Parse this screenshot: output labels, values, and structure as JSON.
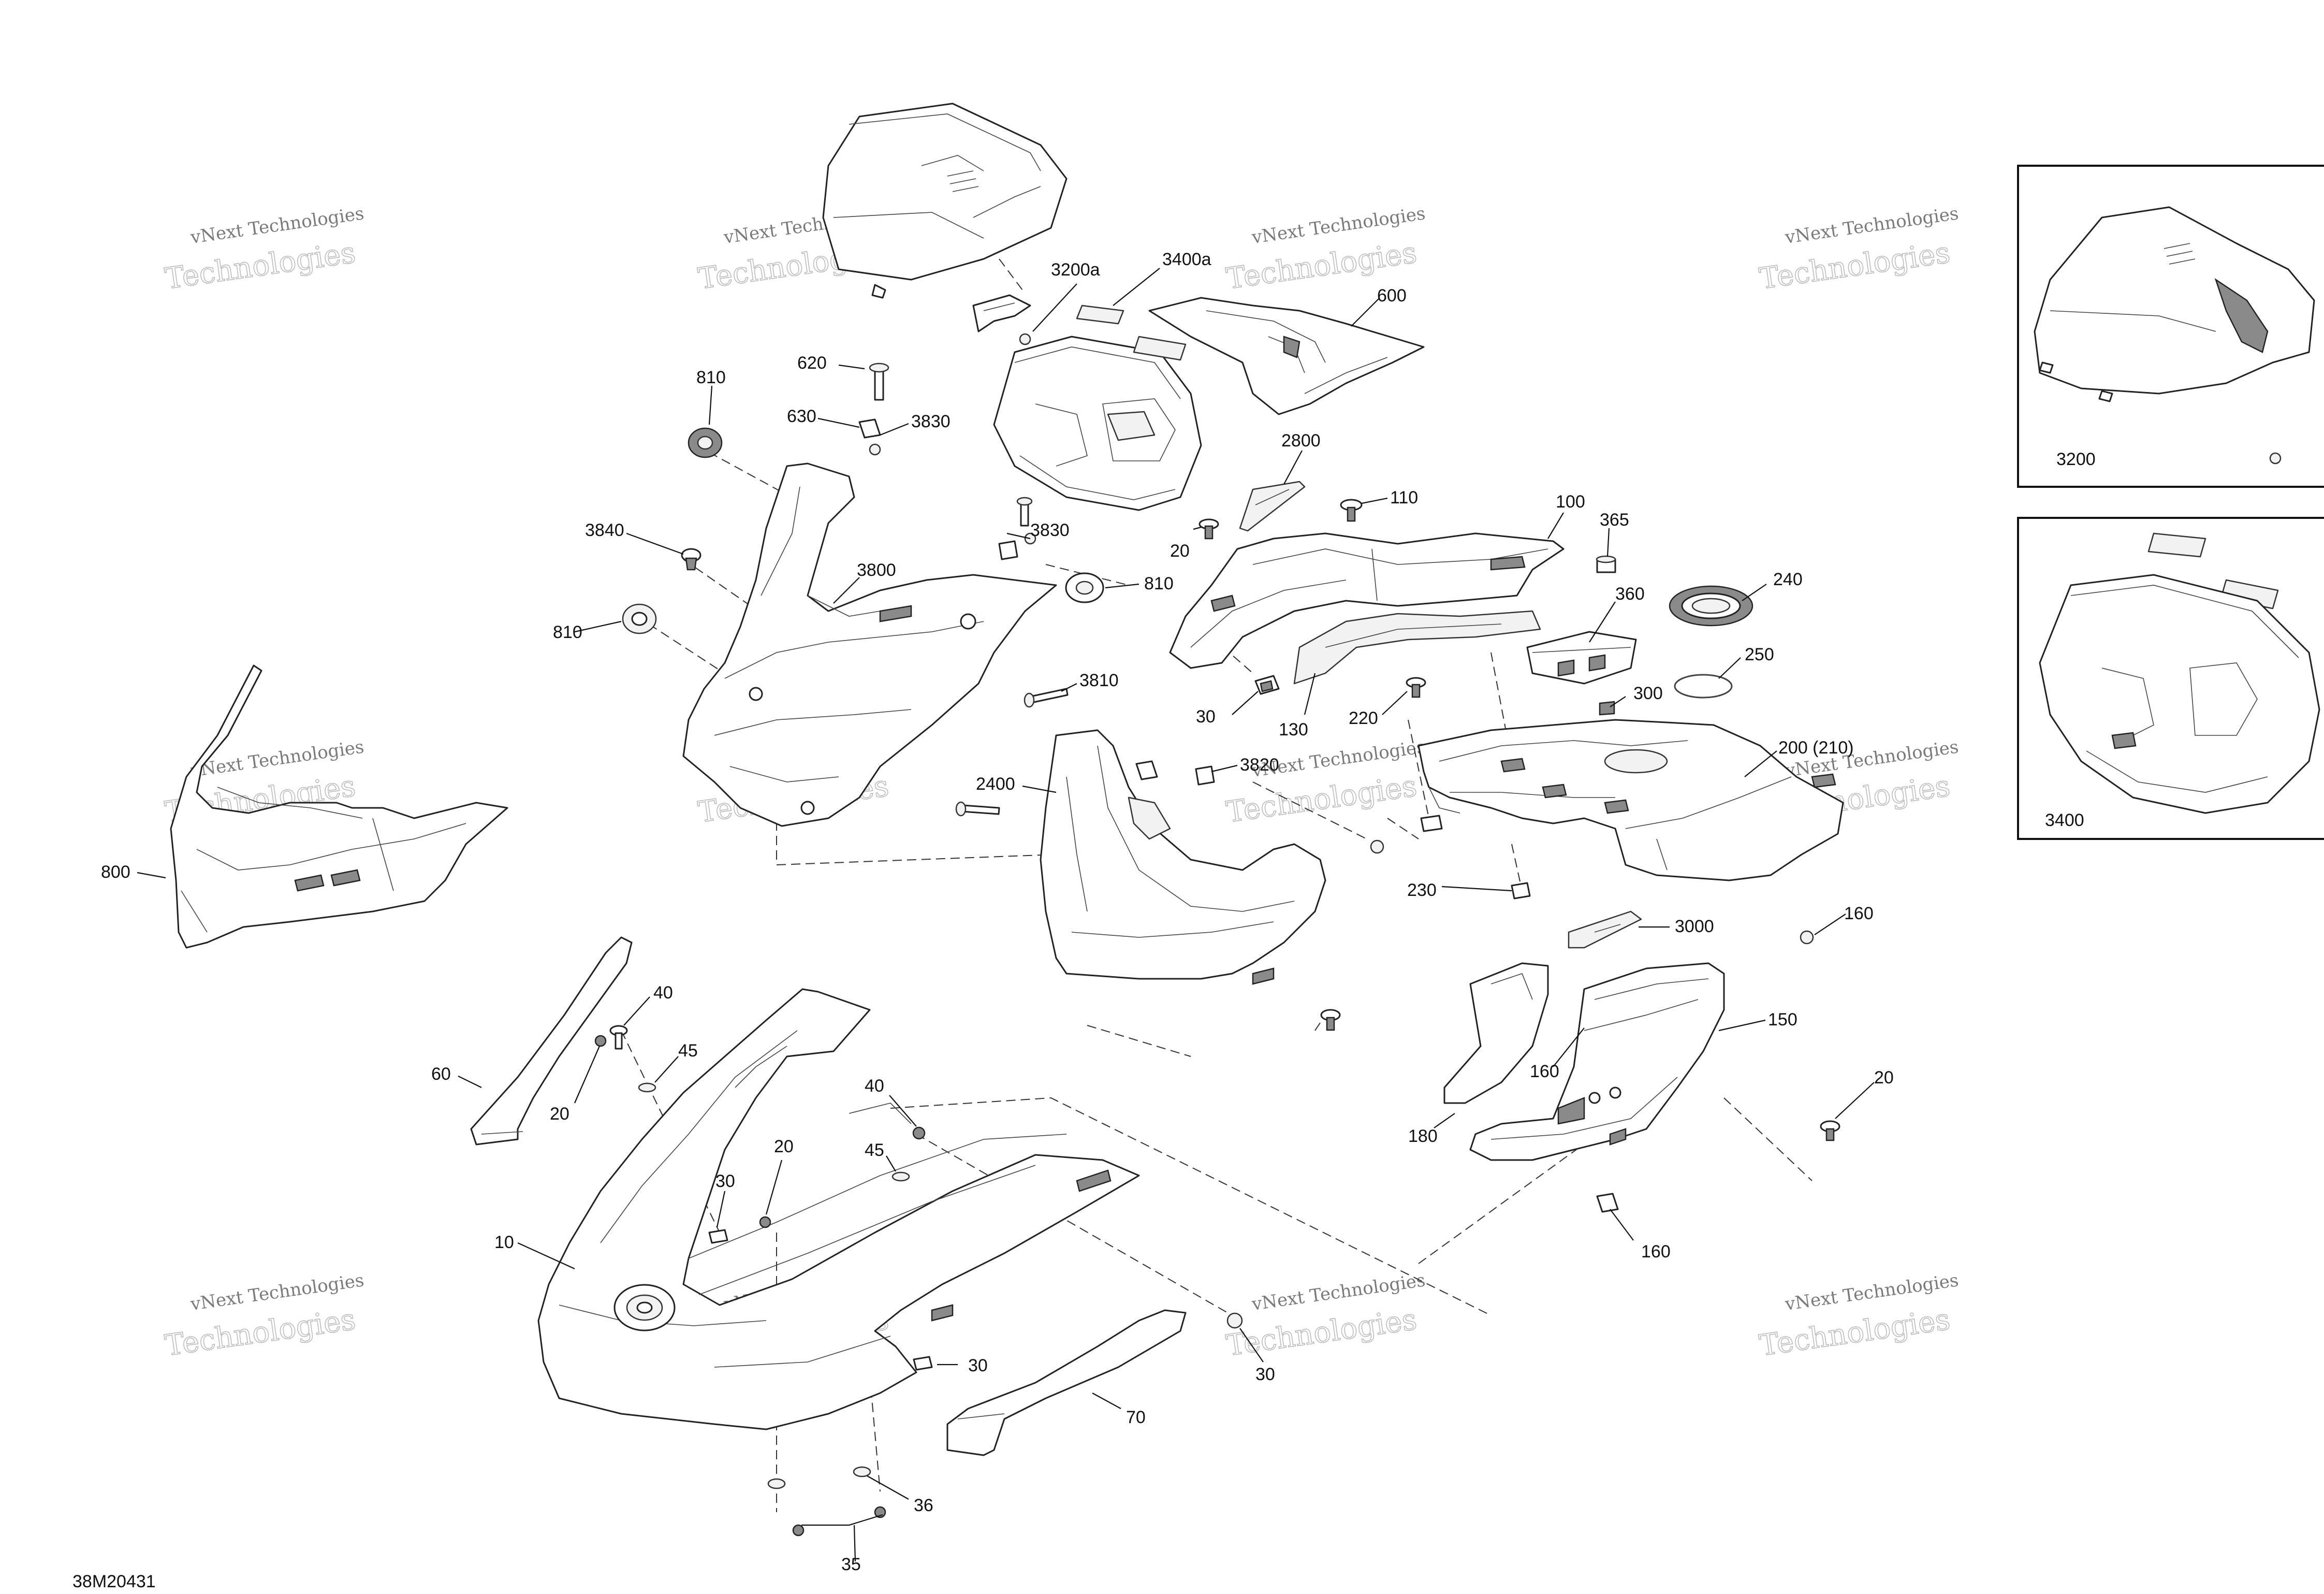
{
  "diagram": {
    "drawing_code": "38M20431",
    "watermark": {
      "line1": "vNext Technologies",
      "line2": "Technologies"
    },
    "insets": [
      {
        "id": "3200",
        "label": "3200"
      },
      {
        "id": "3400",
        "label": "3400"
      }
    ],
    "callouts": [
      "3200a",
      "3400a",
      "600",
      "620",
      "630",
      "3830",
      "810",
      "2800",
      "110",
      "100",
      "365",
      "240",
      "3840",
      "3800",
      "3830",
      "810",
      "20",
      "360",
      "250",
      "810",
      "3810",
      "30",
      "130",
      "220",
      "300",
      "200 (210)",
      "3820",
      "2400",
      "800",
      "230",
      "3000",
      "160",
      "40",
      "150",
      "60",
      "45",
      "20",
      "160",
      "40",
      "180",
      "20",
      "45",
      "20",
      "30",
      "10",
      "30",
      "160",
      "30",
      "70",
      "36",
      "35"
    ]
  }
}
